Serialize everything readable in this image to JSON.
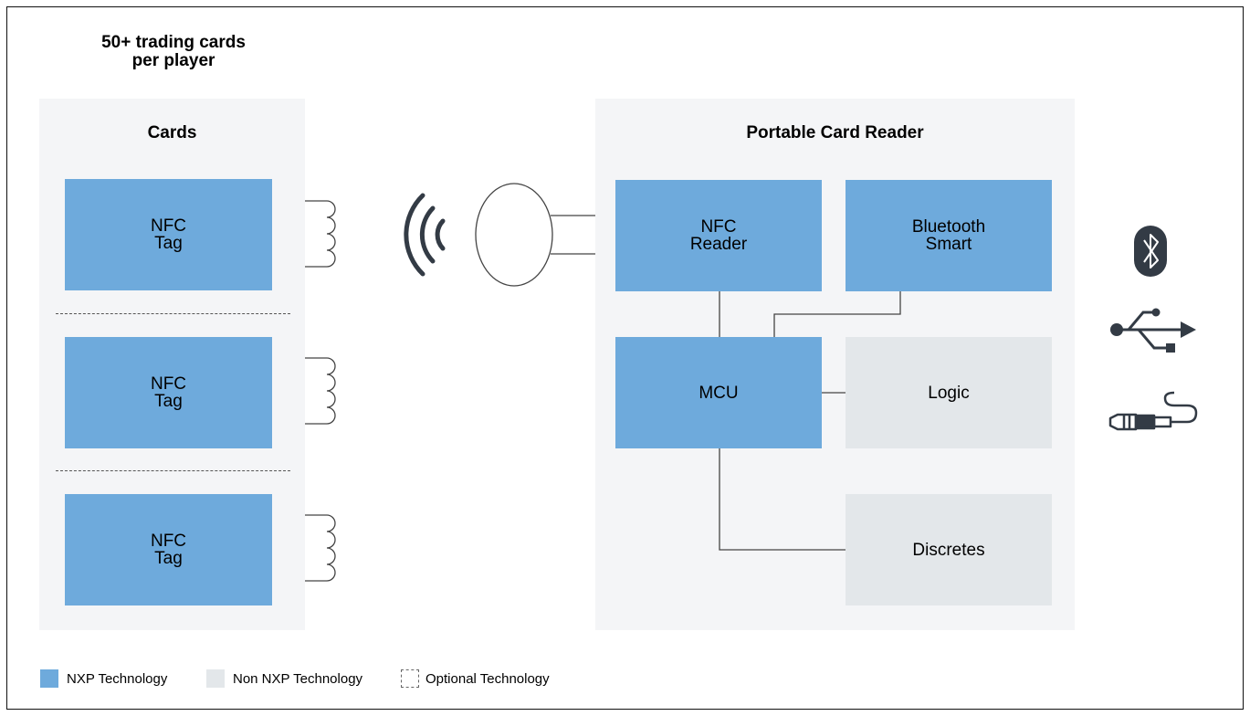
{
  "cards_heading": "50+ trading cards\nper player",
  "cards_panel": {
    "title": "Cards",
    "tags": [
      {
        "label": "NFC\nTag"
      },
      {
        "label": "NFC\nTag"
      },
      {
        "label": "NFC\nTag"
      }
    ]
  },
  "reader_panel": {
    "title": "Portable Card Reader",
    "nfc_reader": "NFC\nReader",
    "bluetooth": "Bluetooth\nSmart",
    "mcu": "MCU",
    "logic": "Logic",
    "discretes": "Discretes"
  },
  "icons": [
    "bluetooth-icon",
    "usb-icon",
    "audio-jack-icon"
  ],
  "legend": {
    "nxp": "NXP Technology",
    "non_nxp": "Non NXP Technology",
    "optional": "Optional Technology"
  },
  "colors": {
    "nxp": "#6eaadc",
    "non_nxp": "#e3e7ea",
    "panel": "#f4f5f7",
    "icon": "#333b45"
  }
}
